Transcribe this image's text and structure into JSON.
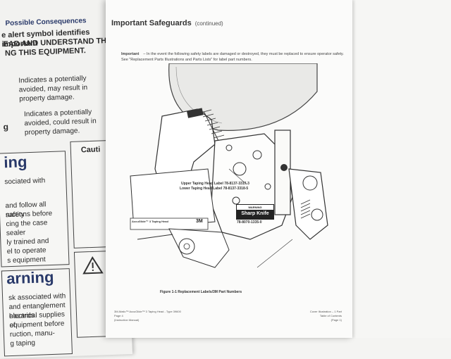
{
  "left_page": {
    "header": "Possible Consequences",
    "intro_lines": [
      "e alert symbol identifies important",
      "EAD AND UNDERSTAND THEM",
      "NG THIS EQUIPMENT."
    ],
    "warning_lines": [
      "Indicates a potentially",
      "avoided, may result in",
      "property damage."
    ],
    "caution_lines": [
      "Indicates a potentially",
      "avoided, could result in",
      "property damage."
    ],
    "side_letters": [
      "g"
    ],
    "section_heading": "ing",
    "section_lines": [
      "sociated with",
      "",
      "and follow all safety",
      "ructions before",
      "cing the case sealer",
      "",
      "ly trained and",
      "el to operate",
      "s equipment"
    ],
    "caution_box": "Cauti",
    "bottom_heading": "arning",
    "bottom_lines": [
      "sk associated with",
      "and entanglement hazards",
      "electrical supplies of",
      "equipment before",
      "ruction, manu-",
      "g taping"
    ]
  },
  "right_page": {
    "title": "Important Safeguards",
    "title_sub": "(continued)",
    "important_label": "Important",
    "important_text": "– In the event the following safety labels are damaged or destroyed, they must be replaced to ensure operator safety. See \"Replacement Parts Illustrations and Parts Lists\" for label part numbers.",
    "upper_label": "Upper Taping Head Label 78-8137-3317-3",
    "lower_label": "Lower Taping Head Label 78-8137-3318-5",
    "plate_text": "AccuGlide™ 3 Taping Head",
    "plate_brand": "3M",
    "badge_warning": "WARNING",
    "badge_text": "Sharp Knife",
    "badge_part": "78-8070-1335-0",
    "figure_caption": "Figure 1-1 Replacement Labels/3M Part Numbers",
    "footer_left": "3M-Matic™ AccuGlide™ 3 Taping Head - Type 39600\nPage 4\n(Instruction Manual)",
    "footer_right": "Cover Illustration – 1 Part\nTable of Contents\n(Page 1)"
  }
}
